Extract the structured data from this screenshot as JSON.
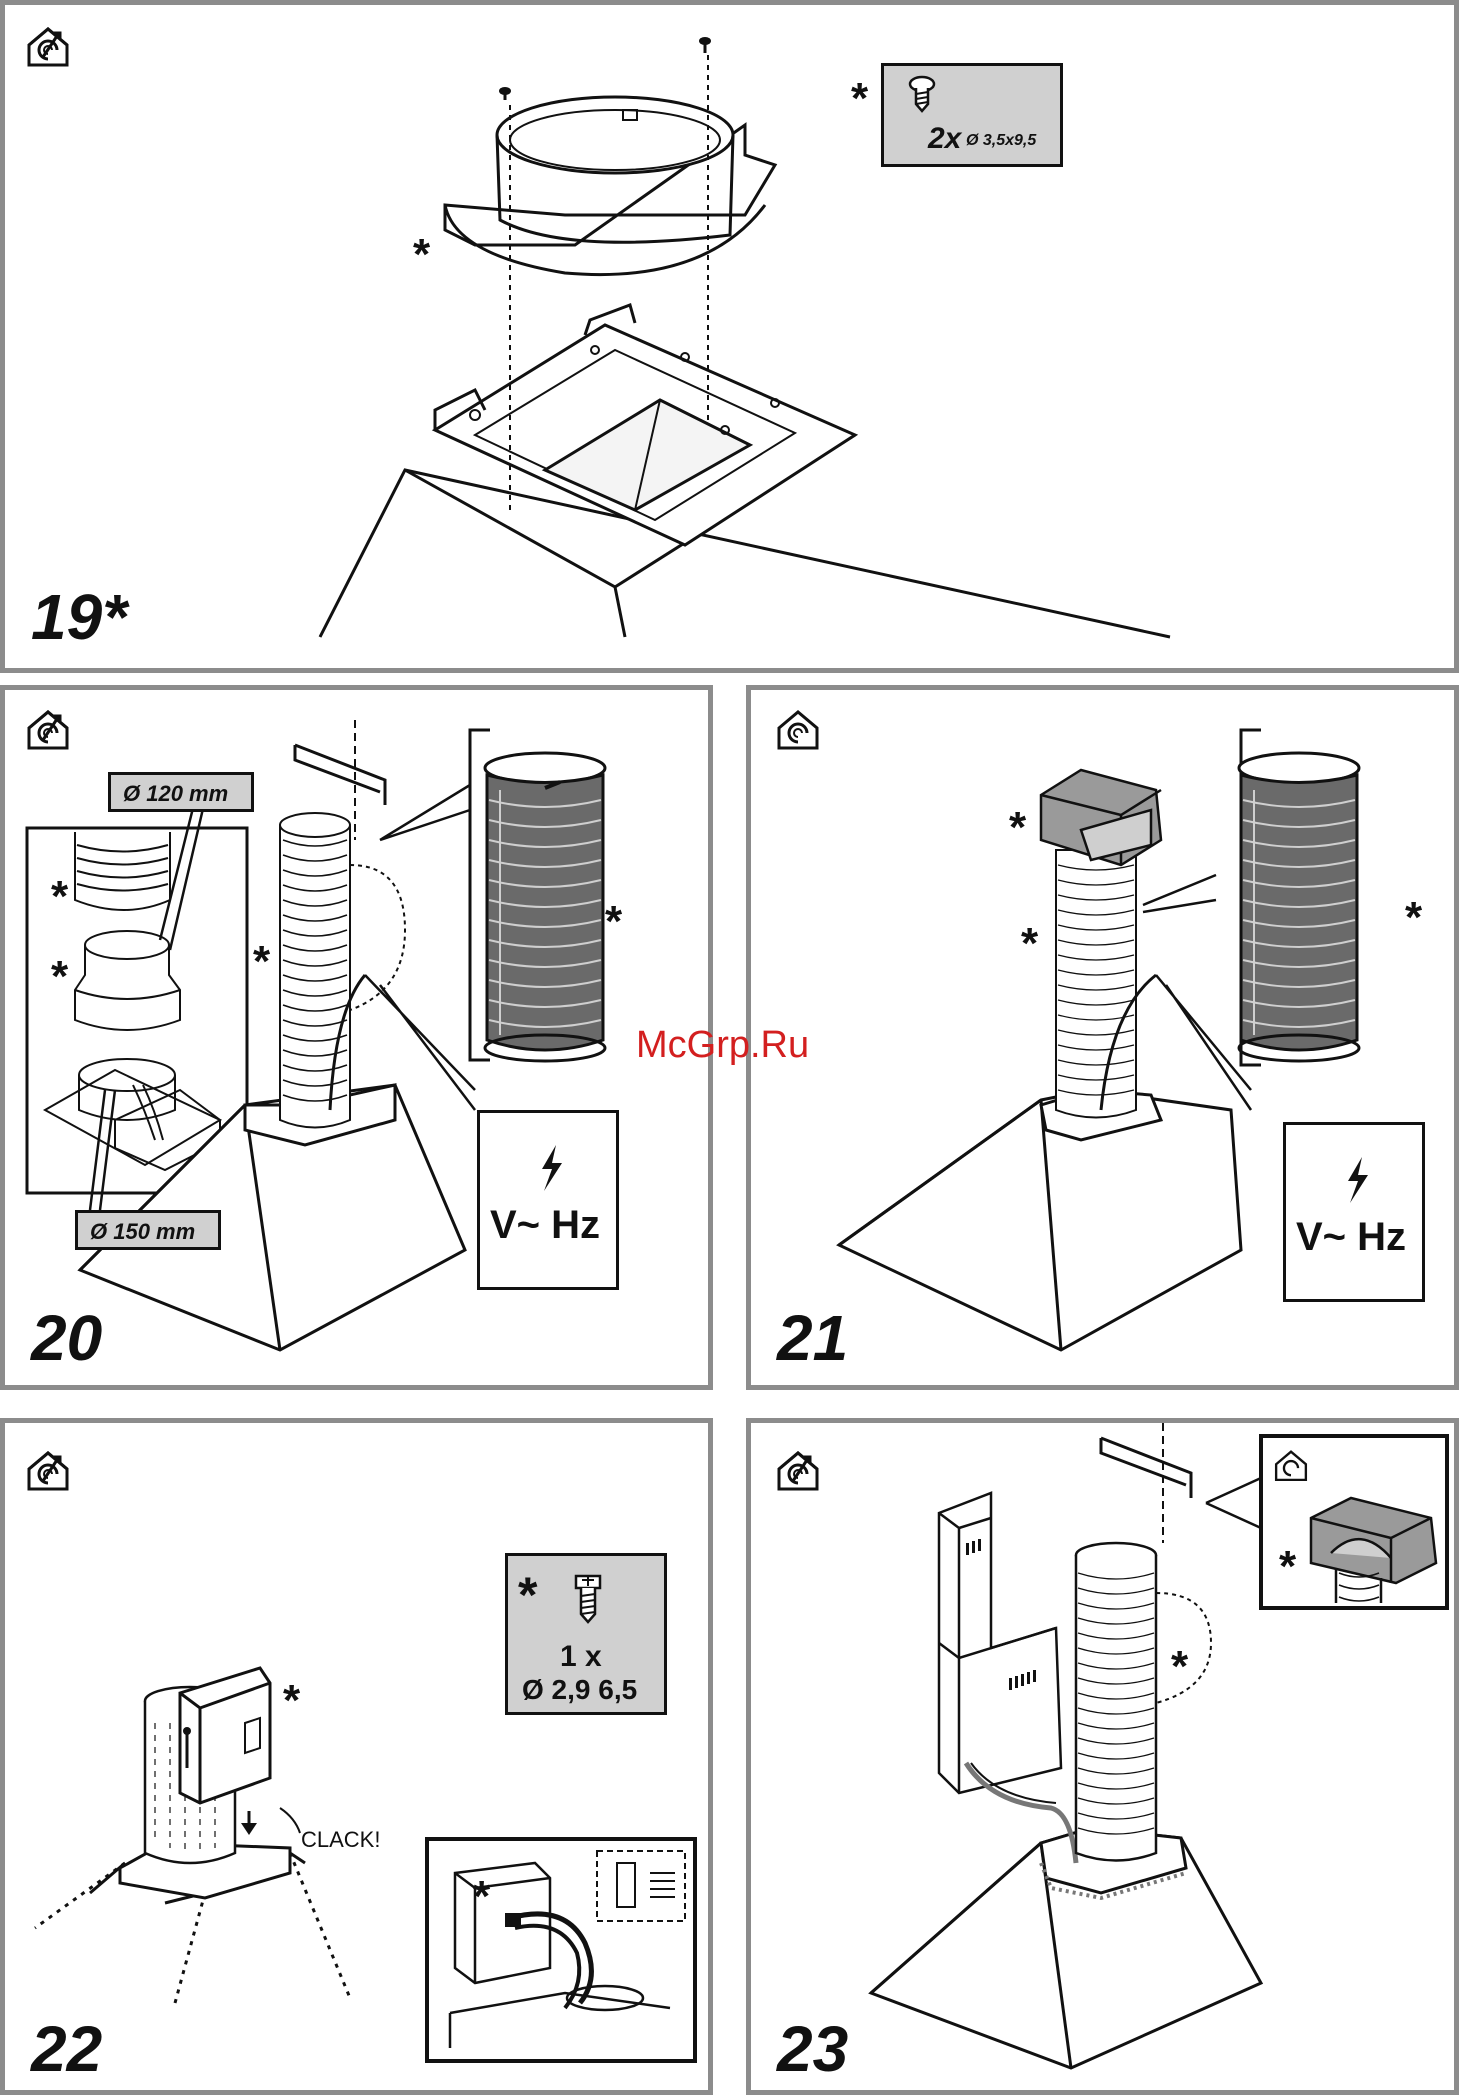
{
  "watermark": "McGrp.Ru",
  "icon_names": [
    "ducted-exhaust-icon",
    "recirculation-icon"
  ],
  "star": "*",
  "panels": {
    "p19": {
      "step": "19*",
      "screw_qty": "2x",
      "screw_size": "Ø 3,5x9,5"
    },
    "p20": {
      "step": "20",
      "dia_120": "Ø 120 mm",
      "dia_150": "Ø 150 mm",
      "voltage": "V~ Hz"
    },
    "p21": {
      "step": "21",
      "voltage": "V~ Hz"
    },
    "p22": {
      "step": "22",
      "screw_qty": "1 x",
      "screw_size": "Ø 2,9 6,5",
      "clack": "CLACK!"
    },
    "p23": {
      "step": "23"
    }
  }
}
